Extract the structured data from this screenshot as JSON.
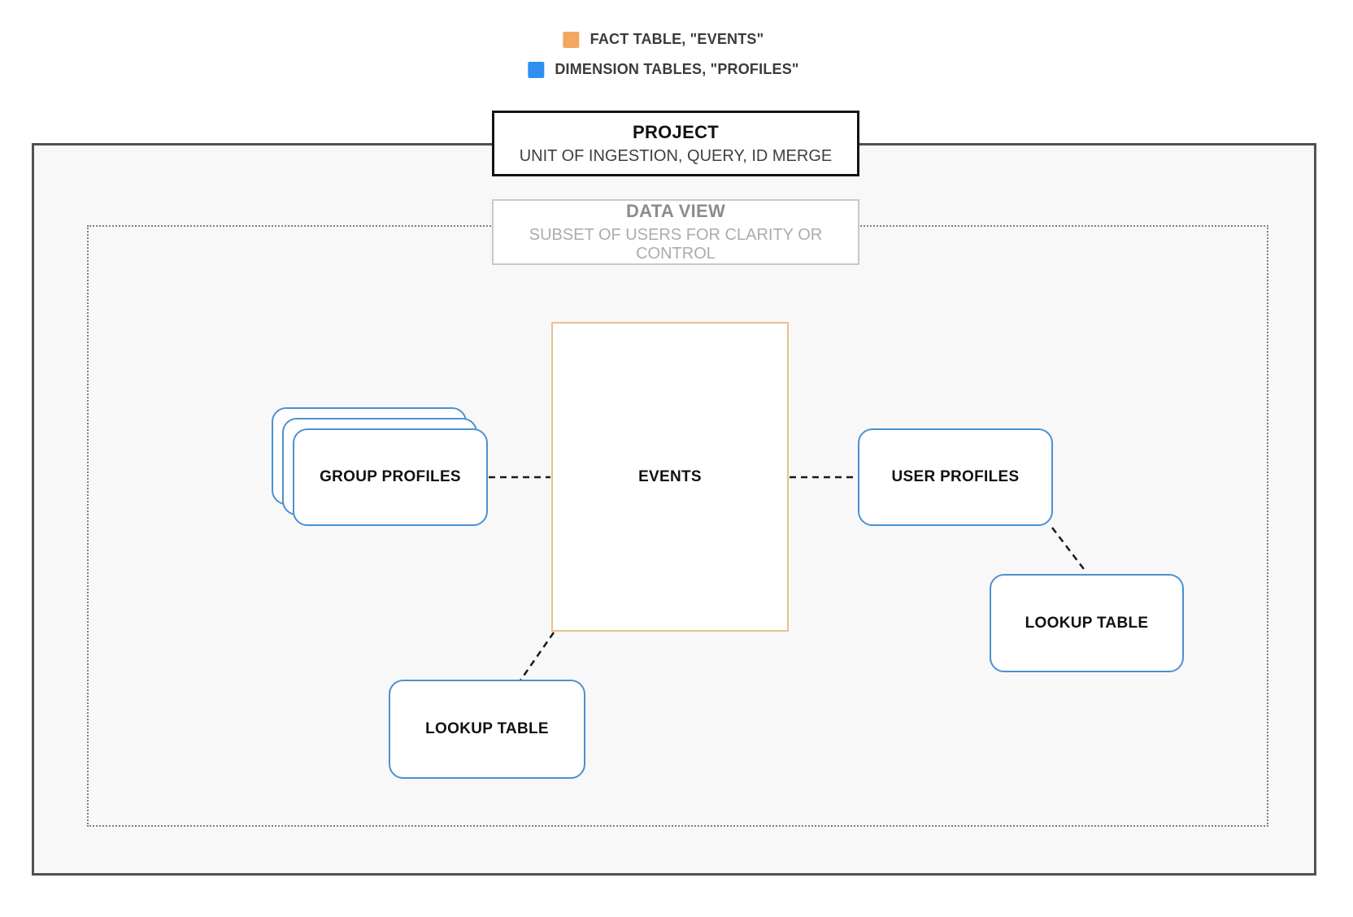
{
  "legend": {
    "items": [
      {
        "name": "fact-table",
        "label": "FACT TABLE, \"EVENTS\"",
        "color": "#f2a85e"
      },
      {
        "name": "dimension-tables",
        "label": "DIMENSION TABLES, \"PROFILES\"",
        "color": "#2e90f0"
      }
    ]
  },
  "project": {
    "title": "PROJECT",
    "subtitle": "UNIT OF INGESTION, QUERY, ID MERGE"
  },
  "data_view": {
    "title": "DATA VIEW",
    "subtitle": "SUBSET OF USERS FOR CLARITY OR CONTROL"
  },
  "nodes": {
    "events": {
      "label": "EVENTS",
      "type": "fact"
    },
    "group_profiles": {
      "label": "GROUP PROFILES",
      "type": "dimension"
    },
    "user_profiles": {
      "label": "USER PROFILES",
      "type": "dimension"
    },
    "lookup_table_left": {
      "label": "LOOKUP TABLE",
      "type": "dimension"
    },
    "lookup_table_right": {
      "label": "LOOKUP TABLE",
      "type": "dimension"
    }
  },
  "connections": [
    {
      "from": "group_profiles",
      "to": "events",
      "style": "dashed"
    },
    {
      "from": "events",
      "to": "user_profiles",
      "style": "dashed"
    },
    {
      "from": "user_profiles",
      "to": "lookup_table_right",
      "style": "dashed"
    },
    {
      "from": "events",
      "to": "lookup_table_left",
      "style": "dashed"
    }
  ],
  "colors": {
    "fact_swatch": "#f2a85e",
    "dimension_swatch": "#2e90f0",
    "fact_border": "#eabf8a",
    "dimension_border": "#4b90d2",
    "outer_border": "#515151",
    "inner_background": "#f8f8f8",
    "connector": "#1a1a1a"
  }
}
